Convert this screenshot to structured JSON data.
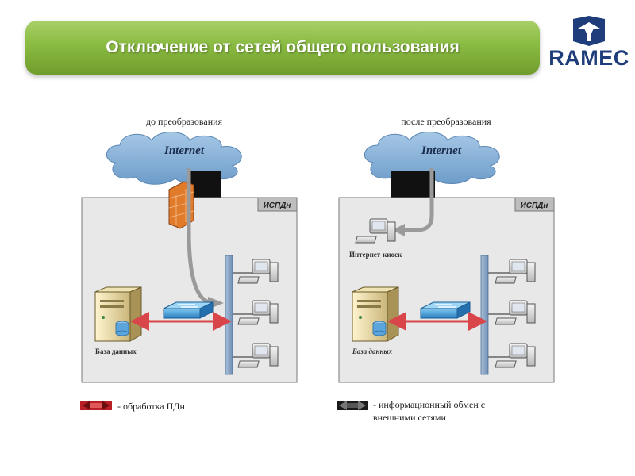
{
  "header": {
    "title": "Отключение  от сетей общего пользования"
  },
  "logo": {
    "text": "RAMEC"
  },
  "before": {
    "caption": "до преобразования",
    "cloud_label": "Internet",
    "zone_label": "ИСПДн",
    "db_label": "База данных"
  },
  "after": {
    "caption": "после преобразования",
    "cloud_label": "Internet",
    "zone_label": "ИСПДн",
    "kiosk_label": "Интернет-киоск",
    "db_label": "База данных"
  },
  "legend": {
    "red_text": "- обработка ПДн",
    "gray_text_line1": "- информационный обмен с",
    "gray_text_line2": "внешними сетями"
  },
  "colors": {
    "banner_green": "#8cbd45",
    "logo_blue": "#1f3d7a",
    "processing_red": "#d9464a",
    "external_gray": "#9a9a9a",
    "bus_blue": "#7f9bbd"
  }
}
